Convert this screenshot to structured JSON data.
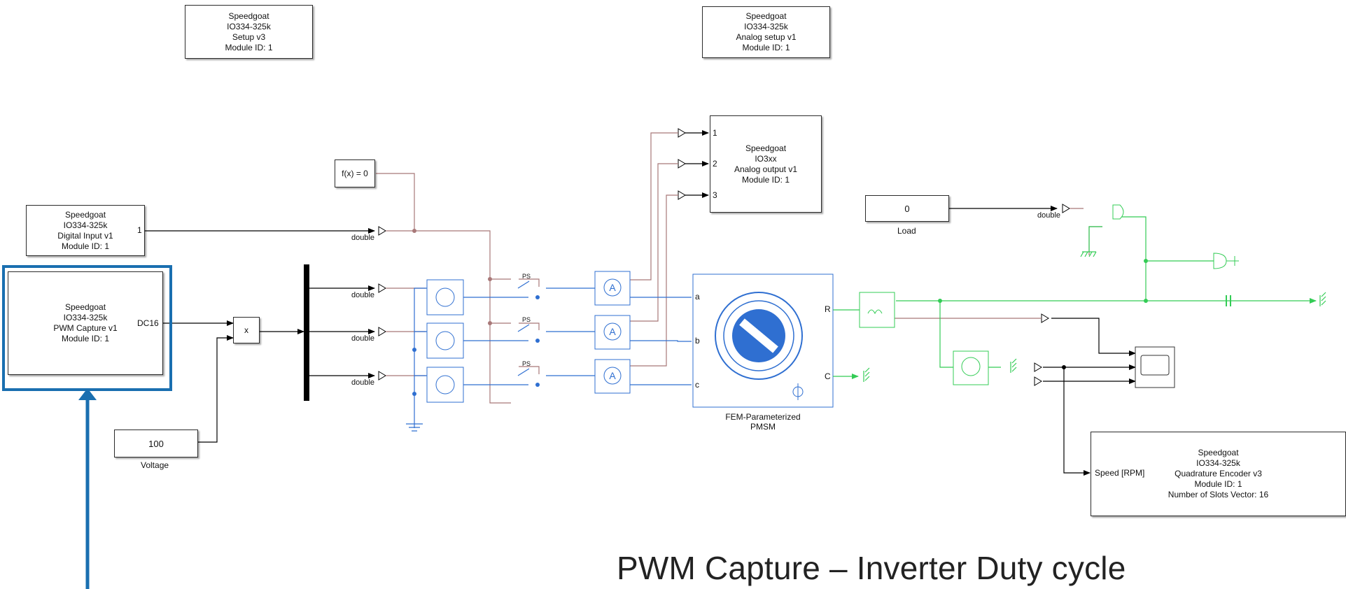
{
  "blocks": {
    "setup_v3": {
      "l1": "Speedgoat",
      "l2": "IO334-325k",
      "l3": "Setup v3",
      "l4": "Module ID: 1"
    },
    "analog_setup": {
      "l1": "Speedgoat",
      "l2": "IO334-325k",
      "l3": "Analog setup v1",
      "l4": "Module ID: 1"
    },
    "analog_output": {
      "l1": "Speedgoat",
      "l2": "IO3xx",
      "l3": "Analog output v1",
      "l4": "Module ID: 1",
      "ports": [
        "1",
        "2",
        "3"
      ]
    },
    "digital_input": {
      "l1": "Speedgoat",
      "l2": "IO334-325k",
      "l3": "Digital Input v1",
      "l4": "Module ID: 1",
      "port": "1"
    },
    "pwm_capture": {
      "l1": "Speedgoat",
      "l2": "IO334-325k",
      "l3": "PWM Capture v1",
      "l4": "Module ID: 1",
      "port": "DC16"
    },
    "quad_encoder": {
      "l1": "Speedgoat",
      "l2": "IO334-325k",
      "l3": "Quadrature Encoder v3",
      "l4": "Module ID: 1",
      "l5": "Number of Slots Vector: 16",
      "port": "Speed [RPM]"
    },
    "fx": {
      "label": "f(x) = 0"
    },
    "product": {
      "label": "x"
    },
    "voltage": {
      "value": "100",
      "name": "Voltage"
    },
    "load": {
      "value": "0",
      "name": "Load"
    },
    "pmsm": {
      "name_l1": "FEM-Parameterized",
      "name_l2": "PMSM",
      "port_a": "a",
      "port_b": "b",
      "port_c": "c",
      "port_R": "R",
      "port_C": "C"
    }
  },
  "signal_labels": {
    "double": "double"
  },
  "ps_labels": {
    "ps": "PS"
  },
  "caption": "PWM Capture – Inverter Duty cycle",
  "colors": {
    "signal": "#000000",
    "physical_link": "#a87878",
    "electrical": "#2f6fd1",
    "mechanical": "#33cc55",
    "highlight": "#1a6fb0"
  }
}
